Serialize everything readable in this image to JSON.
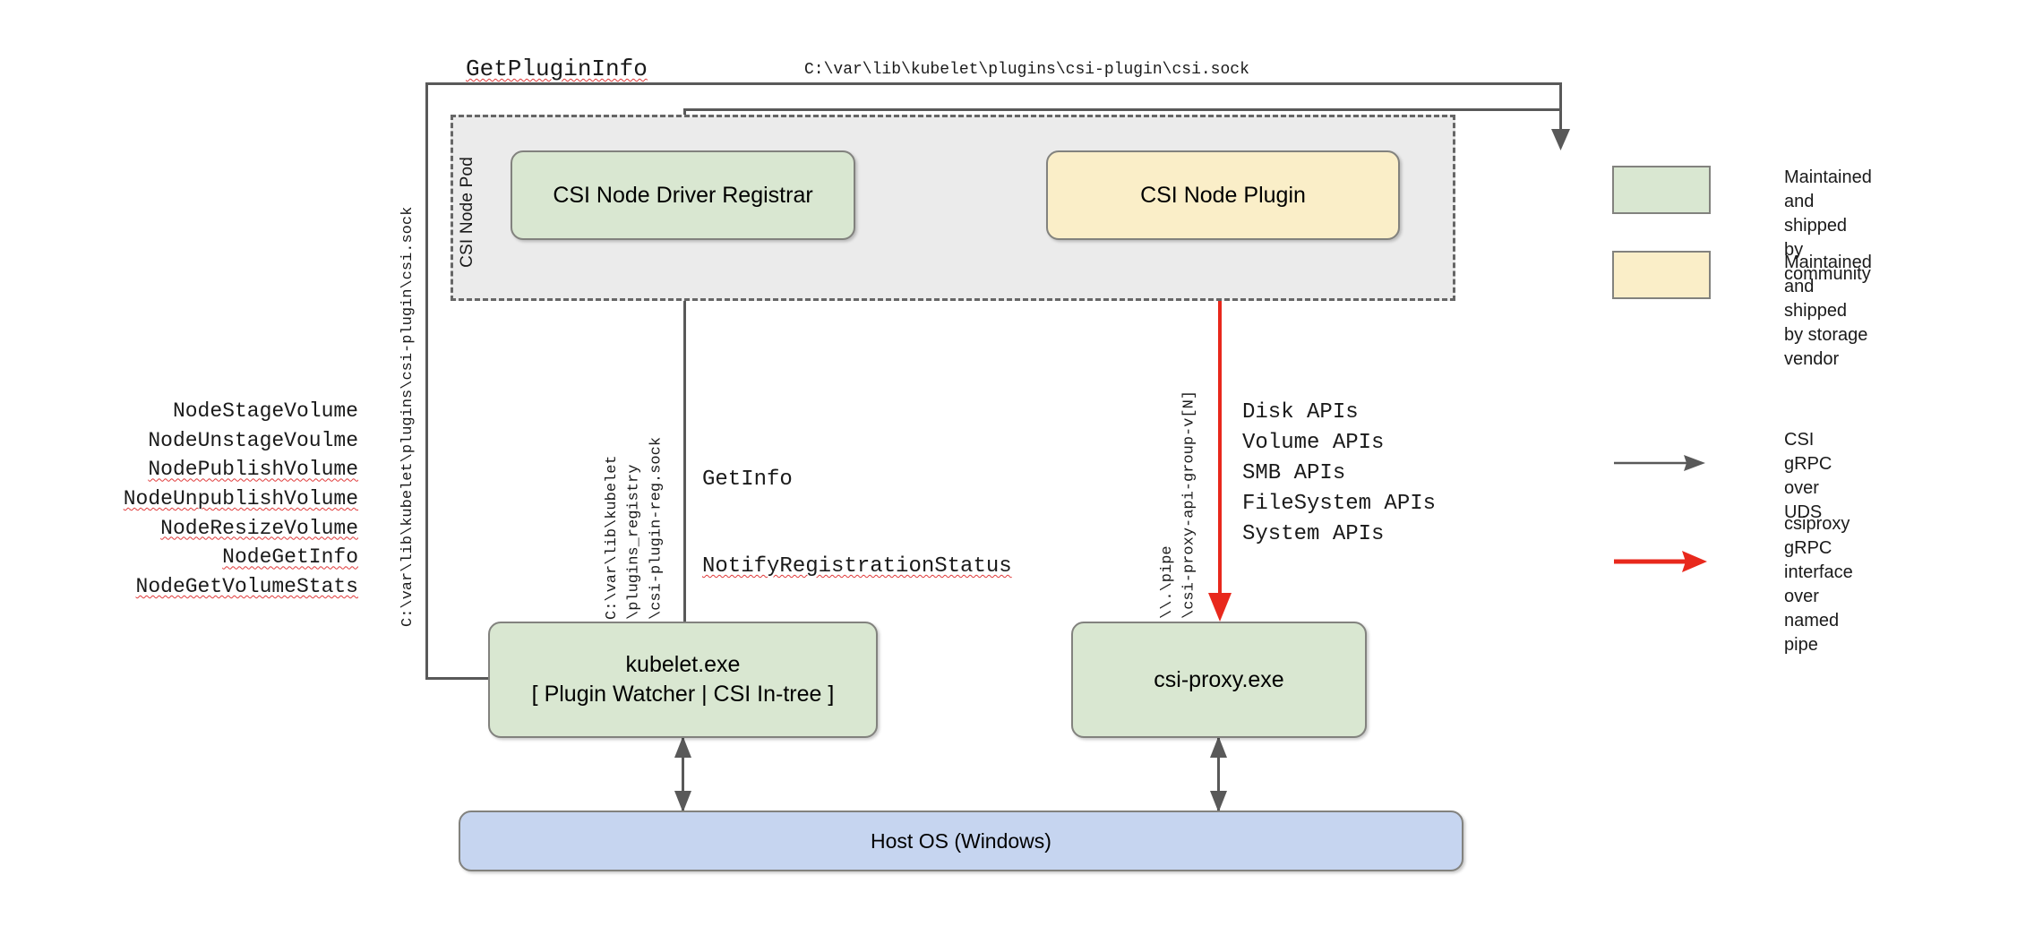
{
  "diagram": {
    "title_visible": false
  },
  "pod": {
    "label": "CSI Node Pod"
  },
  "boxes": {
    "registrar": "CSI Node Driver Registrar",
    "plugin": "CSI Node Plugin",
    "kubelet": "kubelet.exe\n[ Plugin Watcher | CSI In-tree ]",
    "kubelet_line1": "kubelet.exe",
    "kubelet_line2": "[ Plugin Watcher | CSI In-tree ]",
    "csiproxy": "csi-proxy.exe",
    "hostos": "Host OS (Windows)"
  },
  "labels": {
    "get_plugin_info": "GetPluginInfo",
    "csi_sock_path_top": "C:\\var\\lib\\kubelet\\plugins\\csi-plugin\\csi.sock",
    "csi_sock_path_left": "C:\\var\\lib\\kubelet\\plugins\\csi-plugin\\csi.sock",
    "registry_sock_path": "C:\\var\\lib\\kubelet\n\\plugins_registry\n\\csi-plugin-reg.sock",
    "named_pipe_path": "\\\\.\\pipe\n\\csi-proxy-api-group-v[N]",
    "get_info": "GetInfo",
    "notify_registration_status": "NotifyRegistrationStatus"
  },
  "node_apis": [
    {
      "name": "NodeStageVolume",
      "misspelled": false
    },
    {
      "name": "NodeUnstageVoulme",
      "misspelled": false
    },
    {
      "name": "NodePublishVolume",
      "misspelled": true
    },
    {
      "name": "NodeUnpublishVolume",
      "misspelled": true
    },
    {
      "name": "NodeResizeVolume",
      "misspelled": true
    },
    {
      "name": "NodeGetInfo",
      "misspelled": true
    },
    {
      "name": "NodeGetVolumeStats",
      "misspelled": true
    }
  ],
  "csiproxy_apis": [
    "Disk APIs",
    "Volume APIs",
    "SMB APIs",
    "FileSystem APIs",
    "System APIs"
  ],
  "legend": [
    {
      "kind": "swatch",
      "color": "#d9e7d1",
      "text": "Maintained and shipped\nby community"
    },
    {
      "kind": "swatch",
      "color": "#faeec8",
      "text": "Maintained and shipped\nby storage vendor"
    },
    {
      "kind": "arrow",
      "color": "#595959",
      "text": "CSI gRPC over\nUDS"
    },
    {
      "kind": "arrow",
      "color": "#e8281c",
      "text": "csiproxy gRPC\ninterface over\nnamed pipe"
    }
  ],
  "colors": {
    "community_green": "#d9e7d1",
    "vendor_yellow": "#faeec8",
    "host_blue": "#c6d5f0",
    "pod_gray": "#ebebeb",
    "line_gray": "#595959",
    "line_red": "#e8281c",
    "spellcheck_red": "#e03a3a"
  }
}
